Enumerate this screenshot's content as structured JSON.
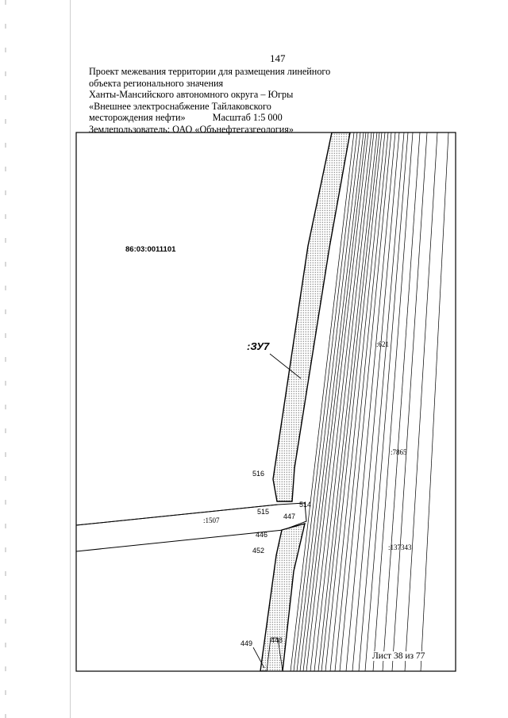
{
  "page_number": "147",
  "header": {
    "line1": "Проект межевания территории для размещения линейного",
    "line2": "объекта регионального значения",
    "line3": "Ханты-Мансийского автономного округа – Югры",
    "line4": "«Внешнее электроснабжение Тайлаковского",
    "line5": "месторождения нефти»",
    "scale": "Масштаб 1:5 000",
    "line6": "Землепользователь: ОАО «Обънефтегазгеология»"
  },
  "map": {
    "cadastral_quarter": "86:03:0011101",
    "plot_label": ":ЗУ7",
    "parcel_labels": {
      "p621": ":621",
      "p7865": ":7865",
      "p137343": ":137343",
      "p1507": ":1507"
    },
    "points": {
      "p516": "516",
      "p515": "515",
      "p514": "514",
      "p447": "447",
      "p446": "446",
      "p452": "452",
      "p449": "449",
      "p448": "448"
    }
  },
  "sheet": "Лист 38 из 77"
}
